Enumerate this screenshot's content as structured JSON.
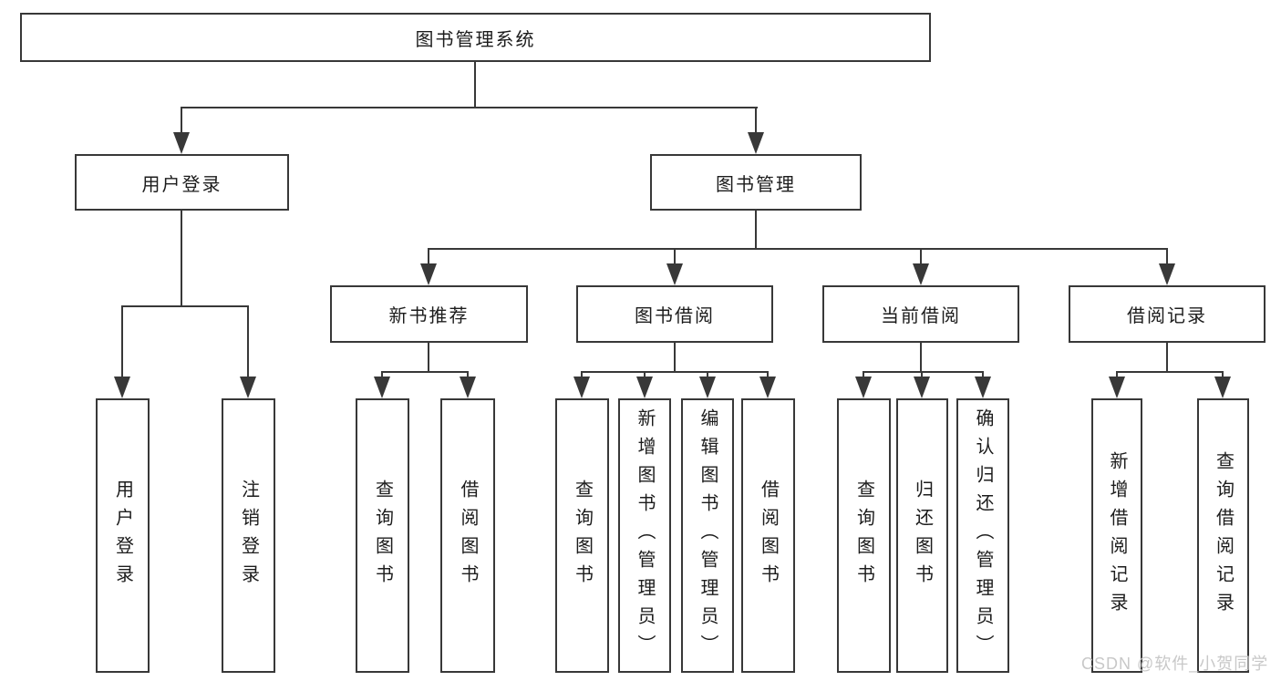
{
  "diagram_type": "hierarchy-tree",
  "colors": {
    "line": "#383838",
    "box_border": "#383838",
    "text": "#1c1c1c",
    "background": "#ffffff",
    "watermark": "#c8c8c8"
  },
  "tree": {
    "label": "图书管理系统",
    "children": [
      {
        "label": "用户登录",
        "children": [
          {
            "label": "用户登录"
          },
          {
            "label": "注销登录"
          }
        ]
      },
      {
        "label": "图书管理",
        "children": [
          {
            "label": "新书推荐",
            "children": [
              {
                "label": "查询图书"
              },
              {
                "label": "借阅图书"
              }
            ]
          },
          {
            "label": "图书借阅",
            "children": [
              {
                "label": "查询图书"
              },
              {
                "label": "新增图书（管理员）"
              },
              {
                "label": "编辑图书（管理员）"
              },
              {
                "label": "借阅图书"
              }
            ]
          },
          {
            "label": "当前借阅",
            "children": [
              {
                "label": "查询图书"
              },
              {
                "label": "归还图书"
              },
              {
                "label": "确认归还（管理员）"
              }
            ]
          },
          {
            "label": "借阅记录",
            "children": [
              {
                "label": "新增借阅记录"
              },
              {
                "label": "查询借阅记录"
              }
            ]
          }
        ]
      }
    ]
  },
  "watermark": {
    "text": "CSDN @软件_小贺同学"
  }
}
